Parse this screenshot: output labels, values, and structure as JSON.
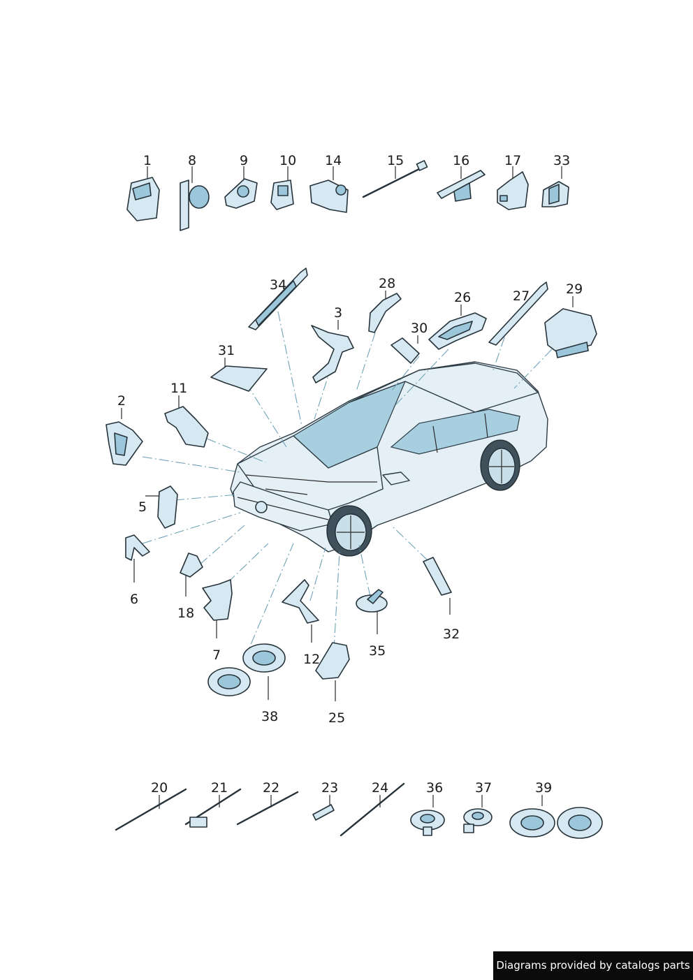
{
  "credit": "Diagrams provided by catalogs parts",
  "labels": {
    "l1": "1",
    "l8": "8",
    "l9": "9",
    "l10": "10",
    "l14": "14",
    "l15": "15",
    "l16": "16",
    "l17": "17",
    "l33": "33",
    "l34": "34",
    "l28": "28",
    "l3": "3",
    "l26": "26",
    "l27": "27",
    "l29": "29",
    "l30": "30",
    "l31": "31",
    "l11": "11",
    "l2": "2",
    "l5": "5",
    "l6": "6",
    "l18": "18",
    "l7": "7",
    "l12": "12",
    "l35": "35",
    "l32": "32",
    "l38": "38",
    "l25": "25",
    "l20": "20",
    "l21": "21",
    "l22": "22",
    "l23": "23",
    "l24": "24",
    "l36": "36",
    "l37": "37",
    "l39": "39"
  },
  "colors": {
    "part_fill": "#d6e9f2",
    "part_shade": "#9cc6d9",
    "leader_dash": "#6fa3b7",
    "badge_bg": "#0b0b0b"
  }
}
